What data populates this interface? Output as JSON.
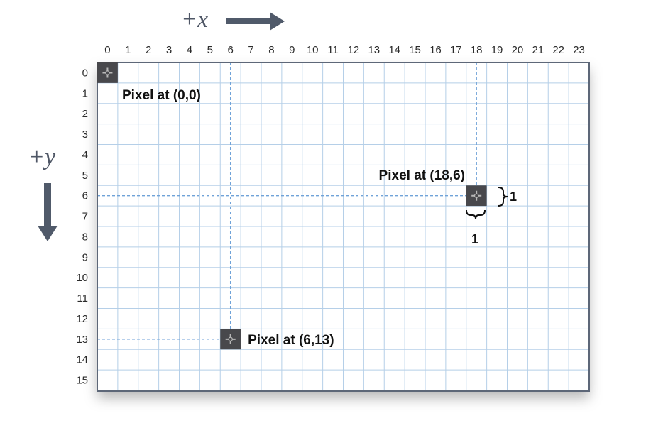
{
  "axes": {
    "x_title": "+x",
    "y_title": "+y",
    "x_ticks": [
      "0",
      "1",
      "2",
      "3",
      "4",
      "5",
      "6",
      "7",
      "8",
      "9",
      "10",
      "11",
      "12",
      "13",
      "14",
      "15",
      "16",
      "17",
      "18",
      "19",
      "20",
      "21",
      "22",
      "23"
    ],
    "y_ticks": [
      "0",
      "1",
      "2",
      "3",
      "4",
      "5",
      "6",
      "7",
      "8",
      "9",
      "10",
      "11",
      "12",
      "13",
      "14",
      "15"
    ]
  },
  "grid": {
    "columns": 24,
    "rows": 16
  },
  "pixels": [
    {
      "x": 0,
      "y": 0,
      "label": "Pixel at (0,0)",
      "guides": false
    },
    {
      "x": 18,
      "y": 6,
      "label": "Pixel at (18,6)",
      "guides": true
    },
    {
      "x": 6,
      "y": 13,
      "label": "Pixel at (6,13)",
      "guides": true
    }
  ],
  "dimension_labels": {
    "height": "1",
    "width": "1"
  },
  "colors": {
    "grid_line": "#b5cfe8",
    "border": "#5d6778",
    "guide": "#6fa2d8",
    "pixel": "#48484c",
    "arrow": "#505a6a"
  }
}
